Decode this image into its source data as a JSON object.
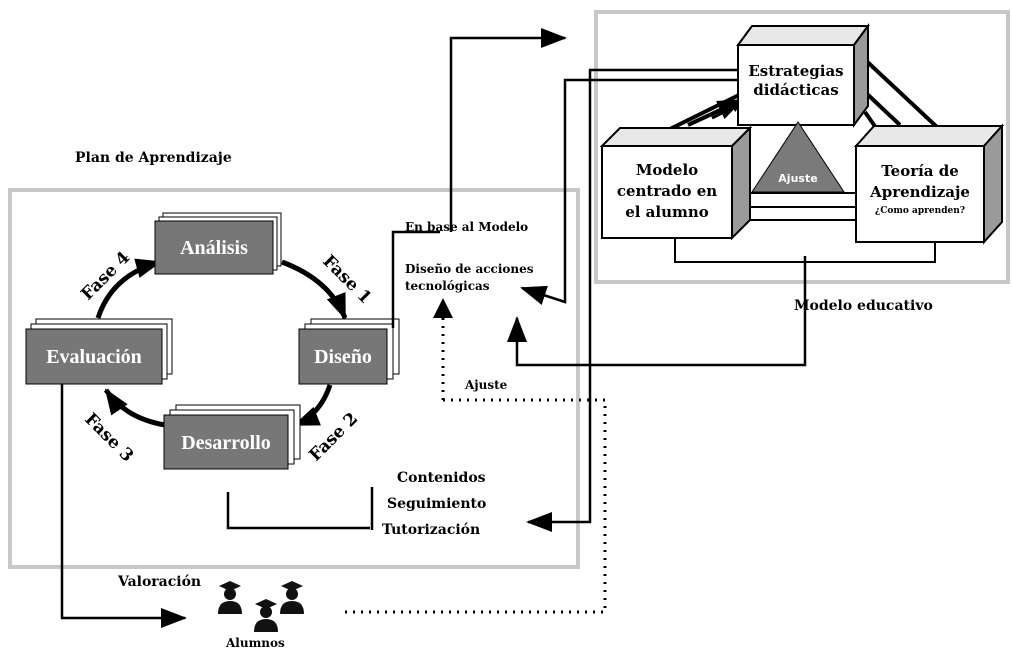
{
  "plan": {
    "title": "Plan de Aprendizaje",
    "phases": {
      "analisis": "Análisis",
      "diseno": "Diseño",
      "desarrollo": "Desarrollo",
      "evaluacion": "Evaluación"
    },
    "fase_labels": {
      "fase1": "Fase 1",
      "fase2": "Fase 2",
      "fase3": "Fase 3",
      "fase4": "Fase 4"
    },
    "en_base": "En base al Modelo",
    "diseno_acciones_1": "Diseño de acciones",
    "diseno_acciones_2": "tecnológicas",
    "outputs": [
      "Contenidos",
      "Seguimiento",
      "Tutorización"
    ],
    "ajuste": "Ajuste"
  },
  "modelo": {
    "title": "Modelo educativo",
    "estrategias_1": "Estrategias",
    "estrategias_2": "didácticas",
    "centrado_1": "Modelo",
    "centrado_2": "centrado en",
    "centrado_3": "el alumno",
    "teoria_1": "Teoría de",
    "teoria_2": "Aprendizaje",
    "teoria_3": "¿Como aprenden?",
    "ajuste": "Ajuste"
  },
  "bottom": {
    "valoracion": "Valoración",
    "alumnos": "Alumnos"
  }
}
